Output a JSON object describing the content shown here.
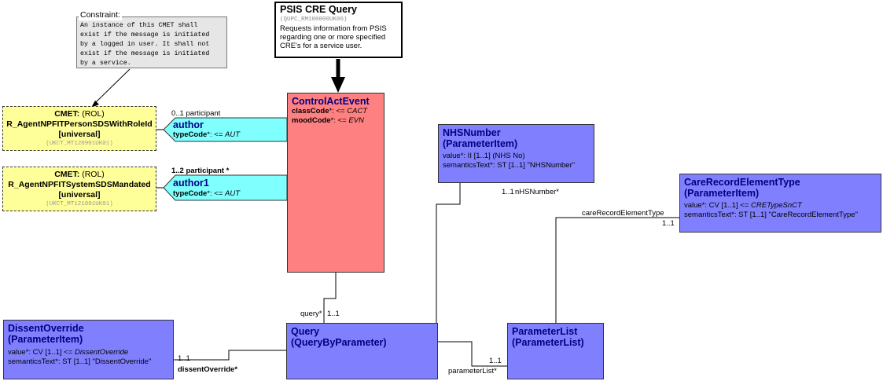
{
  "constraint": {
    "label": "Constraint:",
    "lines": [
      "An instance of this CMET shall",
      "exist if the message is initiated",
      "by a logged in user. It shall not",
      "exist if the message is initiated",
      "by a service."
    ]
  },
  "interaction": {
    "title": "PSIS CRE Query",
    "id": "(QUPC_RM100000UK06)",
    "description_lines": [
      "Requests information from PSIS",
      "regarding one or more specified",
      "CRE's for a service user."
    ]
  },
  "cmet1": {
    "line1_bold": "CMET:",
    "line1_rest": " (ROL)",
    "name": "R_AgentNPFITPersonSDSWithRoleId",
    "qualifier": "[universal]",
    "id": "(UKCT_MT120901UK01)"
  },
  "cmet2": {
    "line1_bold": "CMET:",
    "line1_rest": " (ROL)",
    "name": "R_AgentNPFITSystemSDSMandated",
    "qualifier": "[universal]",
    "id": "(UKCT_MT121001UK01)"
  },
  "author": {
    "cardinality": "0..1 participant",
    "name": "author",
    "attr_name": "typeCode",
    "attr_rest": "*: <= ",
    "attr_value": "AUT"
  },
  "author1": {
    "cardinality": "1..2 participant  *",
    "name": "author1",
    "attr_name": "typeCode",
    "attr_rest": "*: <= ",
    "attr_value": "AUT"
  },
  "control_act_event": {
    "title": "ControlActEvent",
    "attrs": [
      {
        "name": "classCode",
        "rest": "*: <= ",
        "value": "CACT"
      },
      {
        "name": "moodCode",
        "rest": "*: <= ",
        "value": "EVN"
      }
    ]
  },
  "nhs_number": {
    "title1": "NHSNumber",
    "title2": "(ParameterItem)",
    "attr1": "value*: II [1..1] (NHS No)",
    "attr2": "semanticsText*: ST [1..1] \"NHSNumber\""
  },
  "care_record": {
    "title1": "CareRecordElementType",
    "title2": "(ParameterItem)",
    "attr1_plain": "value*: CV [1..1] <= ",
    "attr1_italic": "CRETypeSnCT",
    "attr2": "semanticsText*: ST [1..1] \"CareRecordElementType\""
  },
  "dissent": {
    "title1": "DissentOverride",
    "title2": "(ParameterItem)",
    "attr1_plain": "value*: CV [1..1] <= ",
    "attr1_italic": "DissentOverride",
    "attr2": "semanticsText*: ST [1..1] \"DissentOverride\""
  },
  "query": {
    "title1": "Query",
    "title2": "(QueryByParameter)"
  },
  "parameter_list": {
    "title1": "ParameterList",
    "title2": "(ParameterList)"
  },
  "labels": {
    "query_role": "query*",
    "query_card": "1..1",
    "nhs_card": "1..1",
    "nhs_role": "nHSNumber*",
    "care_role": "careRecordElementType",
    "care_card": "1..1",
    "dissent_card": "1..1",
    "dissent_role": "dissentOverride*",
    "param_card": "1..1",
    "param_role": "parameterList*"
  },
  "colors": {
    "control_act": "#ff8080",
    "participation": "#80ffff",
    "class_blue": "#8080ff",
    "cmet_yellow": "#ffff99",
    "note_gray": "#e6e6e6"
  }
}
